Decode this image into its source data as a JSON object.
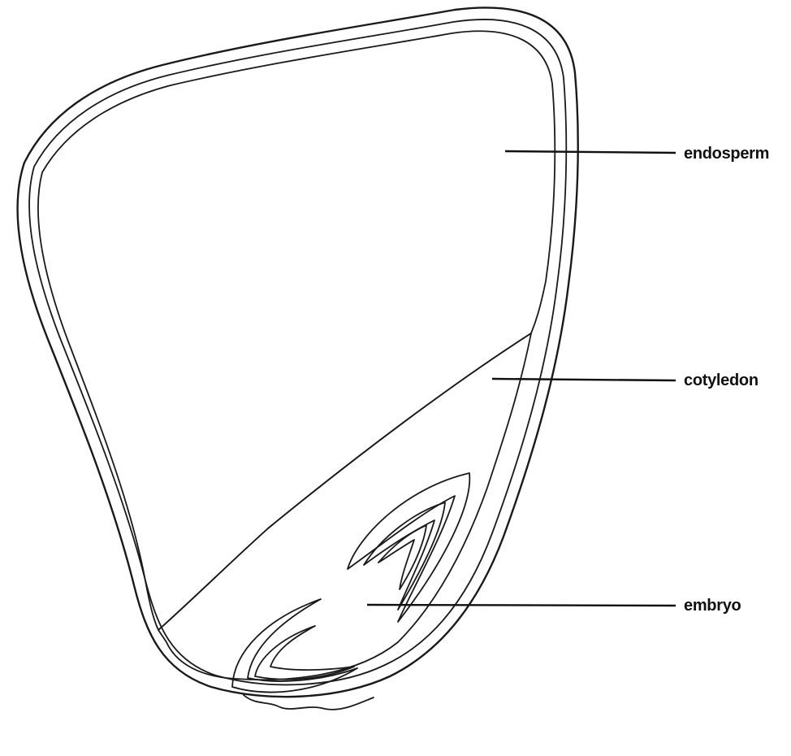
{
  "labels": {
    "endosperm": "endosperm",
    "cotyledon": "cotyledon",
    "embryo": "embryo"
  },
  "colors": {
    "ink": "#1a1a1a",
    "background": "#ffffff"
  }
}
